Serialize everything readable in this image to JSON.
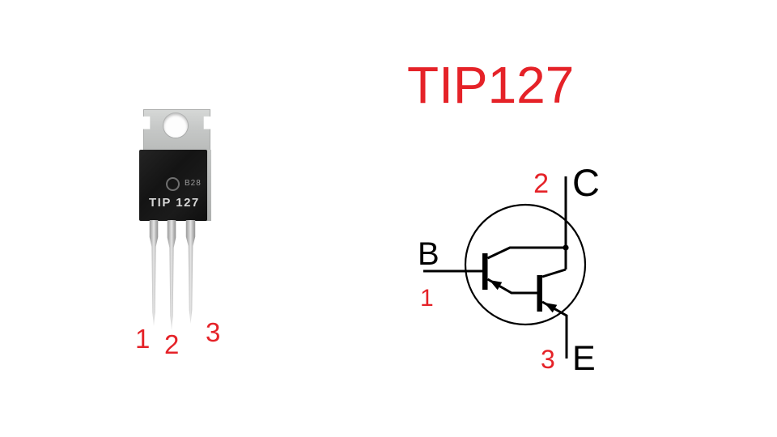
{
  "title": "TIP127",
  "colors": {
    "accent_red": "#e52228",
    "schematic_black": "#000000",
    "tab_gray": "#c6c8c7",
    "body_black": "#161616",
    "leg_gray": "#c9c9c9"
  },
  "photo": {
    "logo_icon": "manufacturer-ring-logo",
    "marking_code": "B28",
    "marking_part": "TIP 127",
    "pin_numbers": {
      "p1": "1",
      "p2": "2",
      "p3": "3"
    }
  },
  "schematic": {
    "base_label": "B",
    "collector_label": "C",
    "emitter_label": "E",
    "base_pin": "1",
    "collector_pin": "2",
    "emitter_pin": "3"
  }
}
